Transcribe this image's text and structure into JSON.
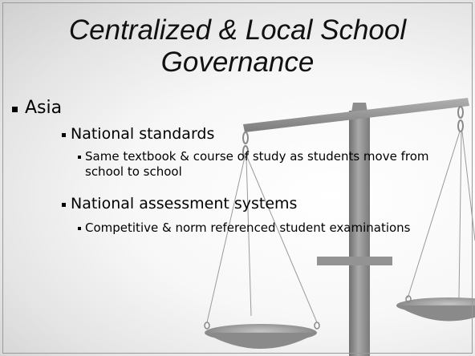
{
  "slide": {
    "title": "Centralized & Local School Governance",
    "bullets": [
      {
        "level": 1,
        "text": "Asia"
      },
      {
        "level": 2,
        "text": "National standards"
      },
      {
        "level": 3,
        "text": "Same textbook & course of study as students move from school to school"
      },
      {
        "level": 2,
        "text": "National assessment systems"
      },
      {
        "level": 3,
        "text": "Competitive & norm referenced student examinations"
      }
    ],
    "background_image": "balance-scale-icon",
    "colors": {
      "scale_metal": "#8c8c8c",
      "background_edge": "#cfcfcf",
      "text": "#000000"
    }
  }
}
